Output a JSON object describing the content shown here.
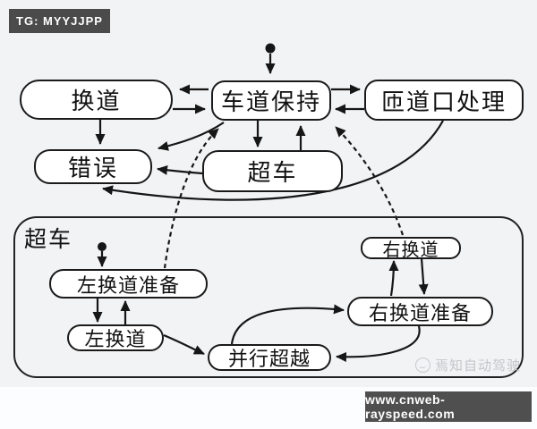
{
  "tag": {
    "label": "TG: MYYJJPP"
  },
  "footer": {
    "url": "www.cnweb-rayspeed.com"
  },
  "watermark": {
    "label": "焉知自动驾驶"
  },
  "diagram": {
    "top_nodes": {
      "lane_change": "换道",
      "lane_keep": "车道保持",
      "ramp_handling": "匝道口处理",
      "error": "错误",
      "overtake": "超车"
    },
    "subdiagram": {
      "title": "超车",
      "nodes": {
        "left_lane_change_prepare": "左换道准备",
        "left_lane_change": "左换道",
        "parallel_overtake": "并行超越",
        "right_lane_change_prepare": "右换道准备",
        "right_lane_change": "右换道"
      }
    },
    "transitions": [
      {
        "from": "start",
        "to": "车道保持",
        "style": "solid"
      },
      {
        "from": "车道保持",
        "to": "换道",
        "style": "solid"
      },
      {
        "from": "换道",
        "to": "车道保持",
        "style": "solid"
      },
      {
        "from": "车道保持",
        "to": "匝道口处理",
        "style": "solid"
      },
      {
        "from": "匝道口处理",
        "to": "车道保持",
        "style": "solid"
      },
      {
        "from": "换道",
        "to": "错误",
        "style": "solid"
      },
      {
        "from": "车道保持",
        "to": "错误",
        "style": "solid"
      },
      {
        "from": "超车",
        "to": "错误",
        "style": "solid"
      },
      {
        "from": "匝道口处理",
        "to": "错误",
        "style": "solid"
      },
      {
        "from": "车道保持",
        "to": "超车",
        "style": "solid"
      },
      {
        "from": "超车",
        "to": "车道保持",
        "style": "solid"
      },
      {
        "from": "左换道准备",
        "to": "车道保持",
        "style": "dashed"
      },
      {
        "from": "右换道",
        "to": "车道保持",
        "style": "dashed"
      },
      {
        "from": "start_sub",
        "to": "左换道准备",
        "style": "solid"
      },
      {
        "from": "左换道准备",
        "to": "左换道",
        "style": "solid"
      },
      {
        "from": "左换道",
        "to": "左换道准备",
        "style": "solid"
      },
      {
        "from": "左换道",
        "to": "并行超越",
        "style": "solid"
      },
      {
        "from": "并行超越",
        "to": "右换道准备",
        "style": "solid"
      },
      {
        "from": "右换道准备",
        "to": "并行超越",
        "style": "solid"
      },
      {
        "from": "右换道准备",
        "to": "右换道",
        "style": "solid"
      },
      {
        "from": "右换道",
        "to": "右换道准备",
        "style": "solid"
      }
    ],
    "colors": {
      "line": "#161616",
      "node_fill": "#ffffff",
      "background": "#f2f3f5",
      "tag_bg": "#4b4b4b",
      "url_bg": "#4f4f50",
      "watermark": "#c3c5c8"
    }
  }
}
